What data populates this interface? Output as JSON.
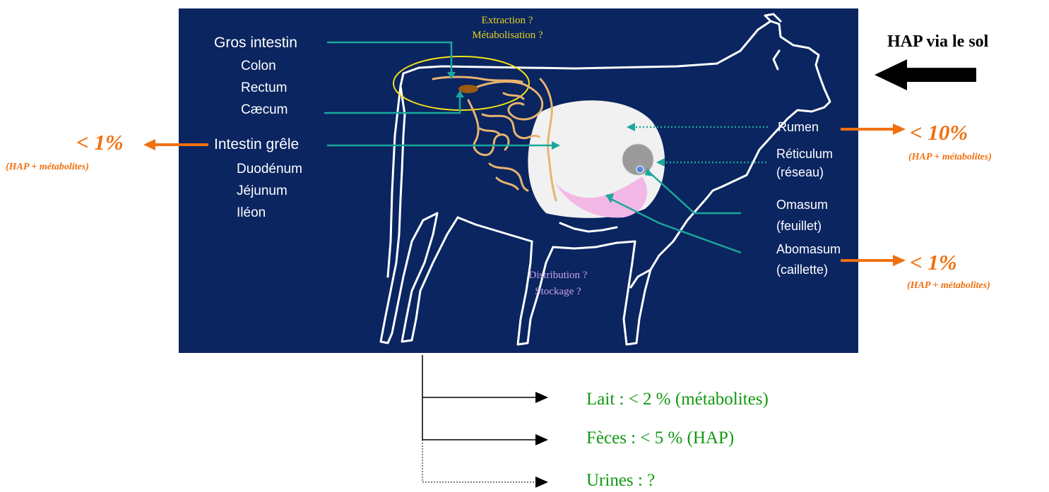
{
  "diagram": {
    "colors": {
      "panel": "#0a2560",
      "outline": "#ffffff",
      "arrow_teal": "#1aa79c",
      "intestine": "#e8b370",
      "rumen": "#f1f1f1",
      "abomasum": "#f3b7e6",
      "reticulum": "#9a9a9a",
      "highlight": "#f2e018",
      "orange": "#f07010",
      "green_text": "#119911"
    },
    "left_labels": {
      "gros_intestin": "Gros intestin",
      "colon": "Colon",
      "rectum": "Rectum",
      "caecum": "Cæcum",
      "intestin_grele": "Intestin grêle",
      "duodenum": "Duodénum",
      "jejunum": "Jéjunum",
      "ileon": "Iléon"
    },
    "right_labels": {
      "rumen": "Rumen",
      "reticulum": "Réticulum",
      "reticulum_alt": "(réseau)",
      "omasum": "Omasum",
      "omasum_alt": "(feuillet)",
      "abomasum": "Abomasum",
      "abomasum_alt": "(caillette)"
    },
    "questions": {
      "extraction": "Extraction ?",
      "metabolisation": "Métabolisation ?",
      "distribution": "Distribution ?",
      "stockage": "Stockage ?"
    },
    "source": {
      "label": "HAP via le sol"
    },
    "percentages": {
      "intestin": {
        "value": "< 1%",
        "note": "(HAP + métabolites)"
      },
      "rumen": {
        "value": "< 10%",
        "note": "(HAP + métabolites)"
      },
      "abomasum": {
        "value": "< 1%",
        "note": "(HAP + métabolites)"
      }
    },
    "outputs": {
      "lait": "Lait : < 2 % (métabolites)",
      "feces": "Fèces : < 5 % (HAP)",
      "urines": "Urines : ?"
    }
  }
}
